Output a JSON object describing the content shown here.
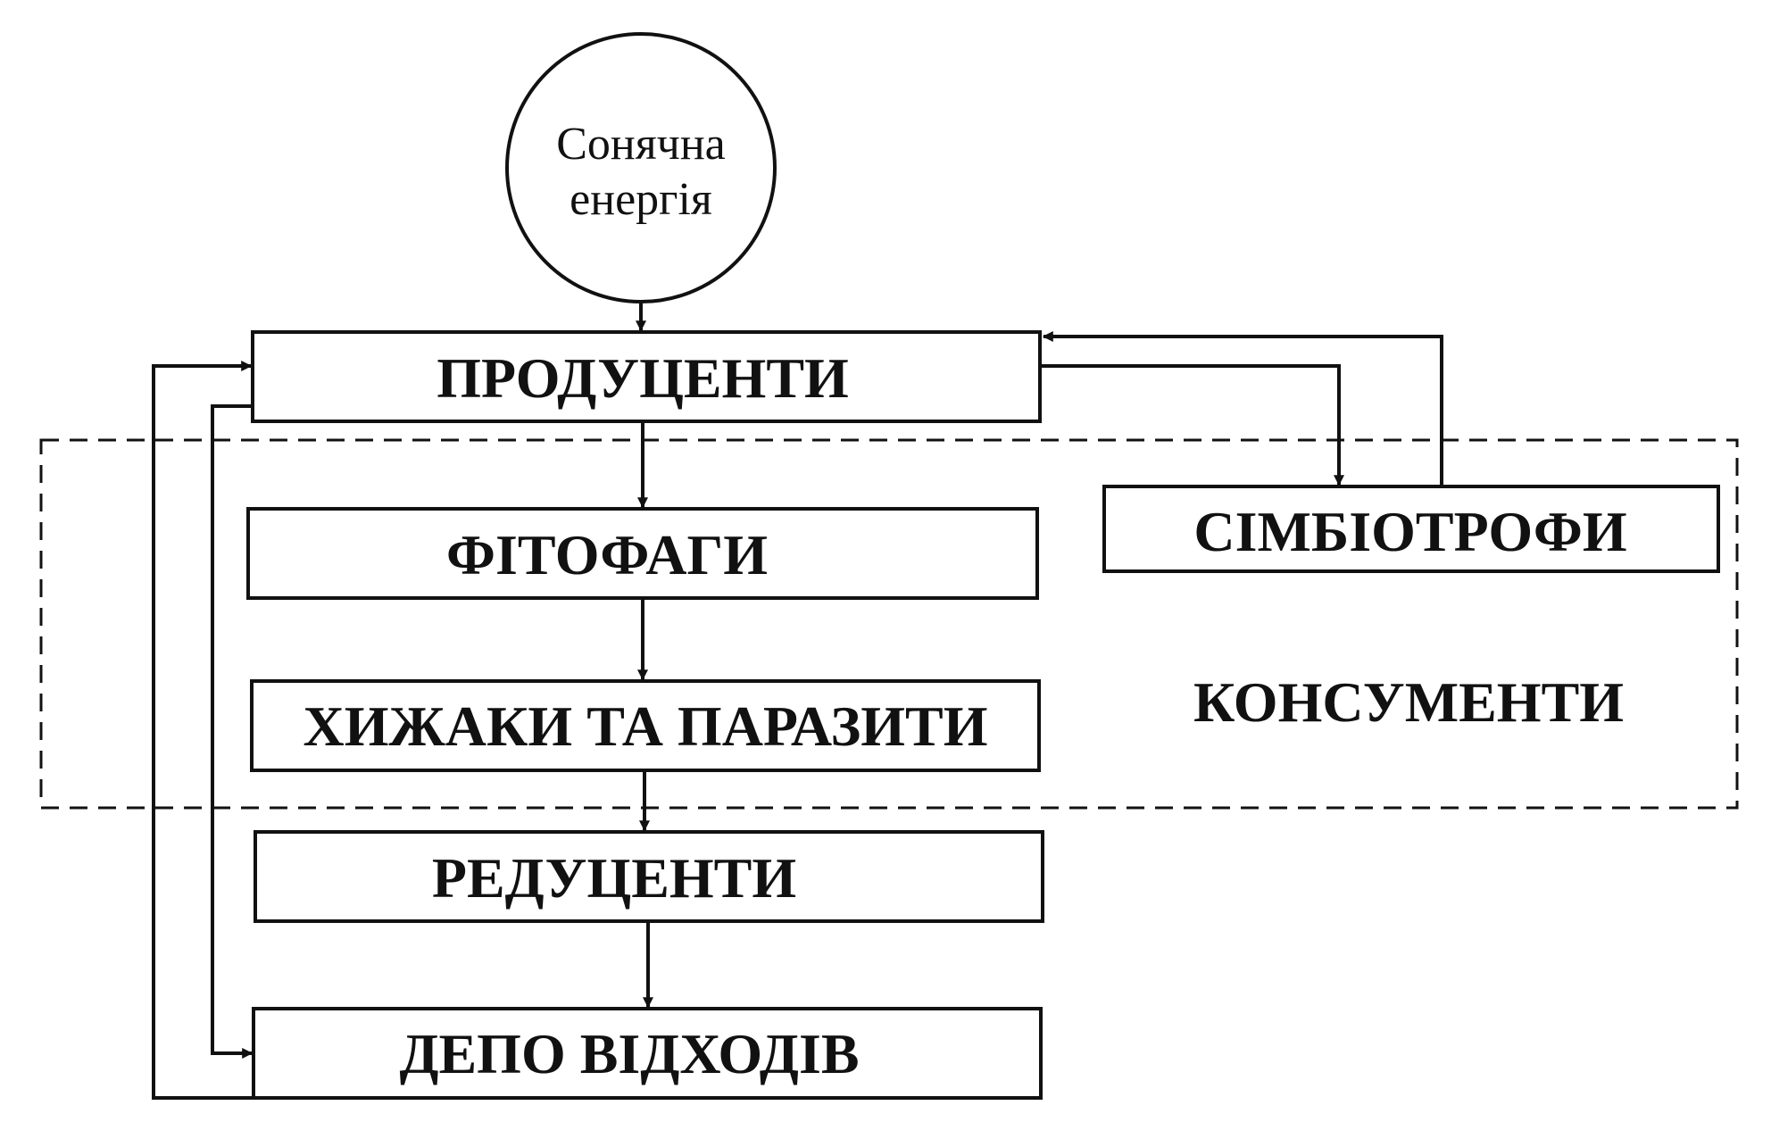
{
  "diagram": {
    "sun": {
      "line1": "Сонячна",
      "line2": "енергія"
    },
    "nodes": {
      "producers": "ПРОДУЦЕНТИ",
      "phytophages": "ФІТОФАГИ",
      "predators": "ХИЖАКИ ТА ПАРАЗИТИ",
      "symbiotrophs": "СІМБІОТРОФИ",
      "reducers": "РЕДУЦЕНТИ",
      "waste_depot": "ДЕПО ВІДХОДІВ"
    },
    "group_label": "КОНСУМЕНТИ"
  },
  "colors": {
    "line": "#111111",
    "background": "#ffffff"
  }
}
